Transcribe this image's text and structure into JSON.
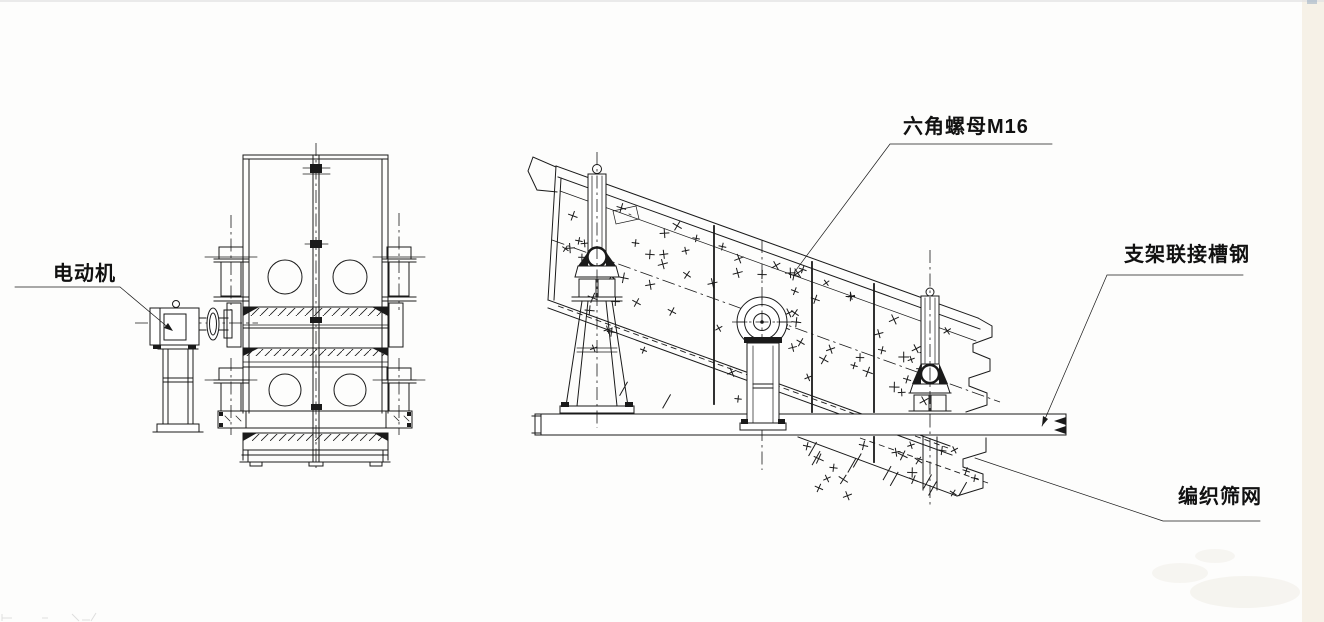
{
  "labels": {
    "motor": "电动机",
    "hex_nut": "六角螺母M16",
    "support_channel": "支架联接槽钢",
    "woven_mesh": "编织筛网"
  },
  "colors": {
    "ink": "#1a1a1a",
    "background": "#fdfdfc",
    "edge_strip": "#f5efe4"
  }
}
